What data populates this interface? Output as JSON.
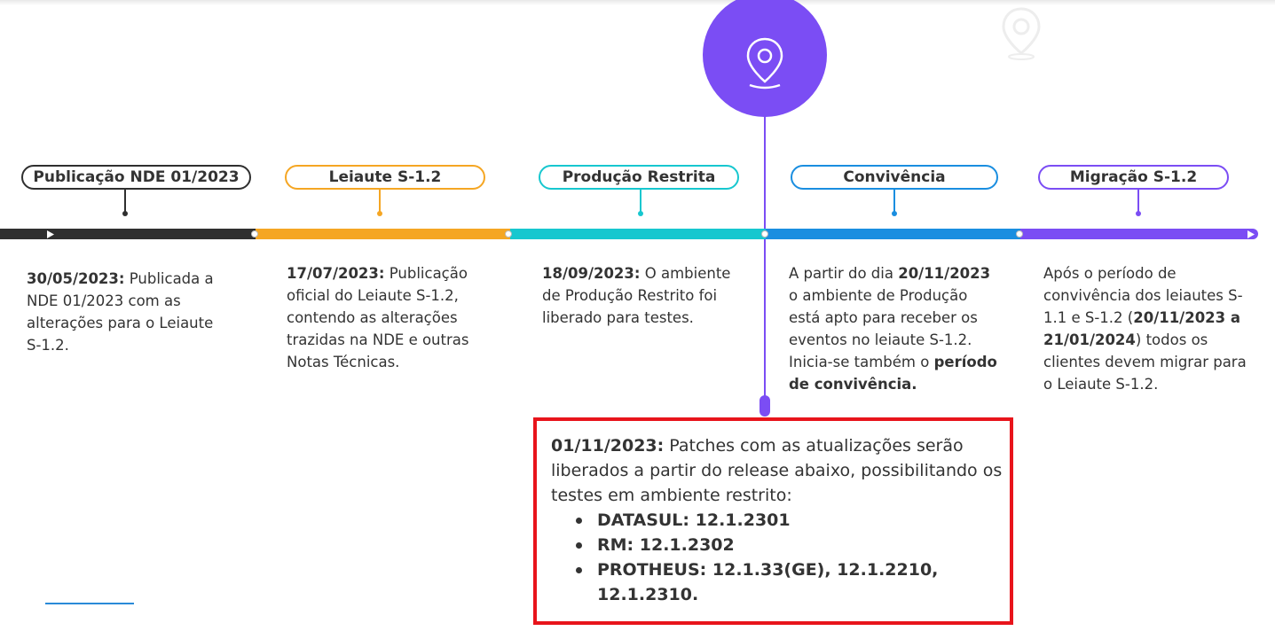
{
  "milestones": [
    {
      "label": "Publicação NDE 01/2023",
      "color": "#2f2f2f",
      "date": "30/05/2023:",
      "text": " Publicada a NDE 01/2023 com as alterações para o Leiaute S-1.2."
    },
    {
      "label": "Leiaute S-1.2",
      "color": "#f5a623",
      "date": "17/07/2023:",
      "text": " Publicação oficial do Leiaute S-1.2, contendo as alterações trazidas na  NDE e outras Notas Técnicas."
    },
    {
      "label": "Produção Restrita",
      "color": "#17c7cf",
      "date": "18/09/2023:",
      "text": " O ambiente de Produção Restrito foi liberado para testes."
    },
    {
      "label": "Convivência",
      "color": "#1a8ee0",
      "text_pre": "A partir do dia ",
      "date": "20/11/2023",
      "text_mid": " o ambiente de Produção está apto para receber os eventos no leiaute S-1.2.",
      "text_line2": "Inicia-se também o ",
      "bold_end": "período de convivência."
    },
    {
      "label": "Migração S-1.2",
      "color": "#7b4df4",
      "text_pre": "Após o período de convivência dos leiautes S-1.1 e S-1.2 (",
      "date": "20/11/2023 a 21/01/2024",
      "text_post": ") todos os clientes devem migrar para o Leiaute S-1.2."
    }
  ],
  "current_marker": {
    "icon": "location-pin-icon",
    "color": "#7b4df4",
    "date": "01/11/2023:",
    "text": " Patches com as atualizações serão liberados a partir do release abaixo, possibilitando os testes em ambiente restrito:",
    "releases": [
      "DATASUL: 12.1.2301",
      "RM: 12.1.2302",
      "PROTHEUS: 12.1.33(GE), 12.1.2210, 12.1.2310."
    ],
    "highlight_color": "#e8141b"
  },
  "watermark_icon": "location-pin-icon"
}
